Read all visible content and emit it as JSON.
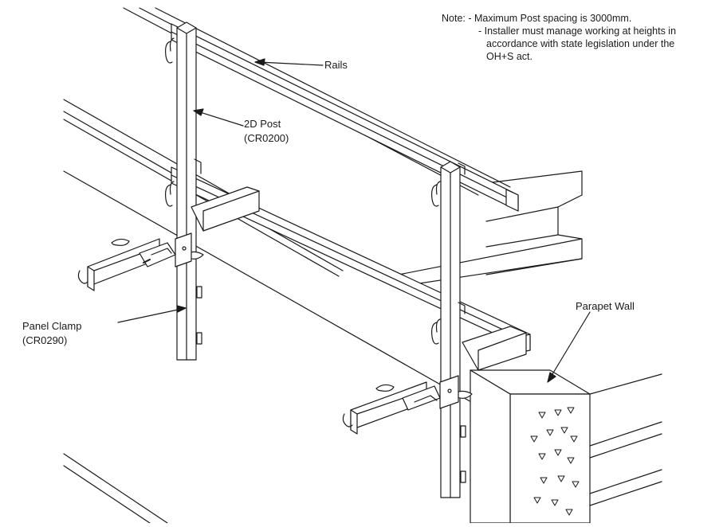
{
  "notes": {
    "heading": "Note:",
    "items": [
      "- Maximum Post spacing is 3000mm.",
      "- Installer must manage working at heights in",
      "accordance with state legislation under the",
      "OH+S act."
    ]
  },
  "callouts": {
    "rails": "Rails",
    "post_name": "2D Post",
    "post_code": "(CR0200)",
    "clamp_name": "Panel Clamp",
    "clamp_code": "(CR0290)",
    "wall": "Parapet Wall"
  },
  "colors": {
    "line": "#1a1a1a",
    "background": "#ffffff"
  }
}
